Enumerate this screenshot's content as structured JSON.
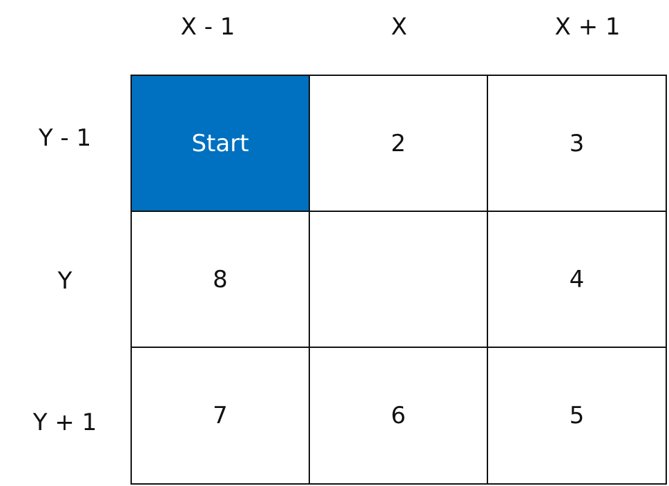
{
  "columns": [
    "X - 1",
    "X",
    "X + 1"
  ],
  "rows": [
    "Y - 1",
    "Y",
    "Y + 1"
  ],
  "cells": [
    [
      "Start",
      "2",
      "3"
    ],
    [
      "8",
      "",
      "4"
    ],
    [
      "7",
      "6",
      "5"
    ]
  ],
  "colors": {
    "start_fill": "#0070C0",
    "start_text": "#ffffff",
    "grid_line": "#111111",
    "background": "#ffffff"
  }
}
